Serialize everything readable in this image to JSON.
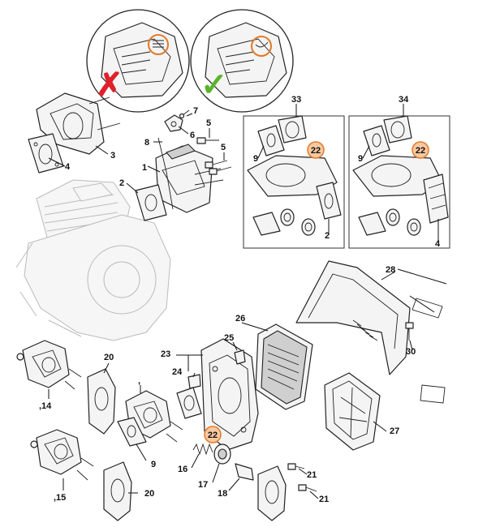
{
  "labels": {
    "l1": "1",
    "l2a": "2",
    "l2b": "2",
    "l3": "3",
    "l4a": "4",
    "l4b": "4",
    "l5a": "5",
    "l5b": "5",
    "l6": "6",
    "l7": "7",
    "l8": "8",
    "l9a": "9",
    "l9b": "9",
    "l9c": "9",
    "l14": ",14",
    "l15": ",15",
    "l16": "16",
    "l17": "17",
    "l18": "18",
    "l20a": "20",
    "l20b": "20",
    "l21a": "21",
    "l21b": "21",
    "l23": "23",
    "l24": "24",
    "l25": "25",
    "l26": "26",
    "l27": "27",
    "l28": "28",
    "l30": "30",
    "l33": "33",
    "l34": "34",
    "lcomma": ","
  },
  "badges": {
    "b1": "22",
    "b2": "22",
    "b3": "22"
  },
  "insets": {
    "wrong": {
      "mark": "✗",
      "color": "#e0202a"
    },
    "right": {
      "mark": "✓",
      "color": "#5ab52a"
    },
    "ring_color": "#e07a2a"
  }
}
